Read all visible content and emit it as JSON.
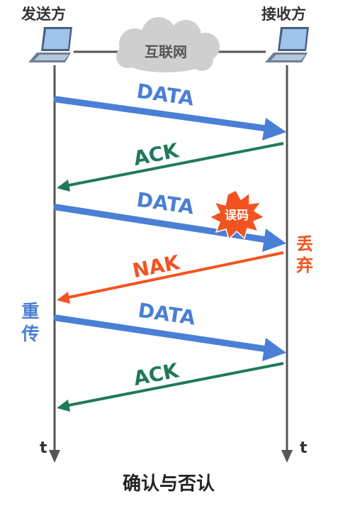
{
  "sender_label": "发送方",
  "receiver_label": "接收方",
  "network_label": "互联网",
  "time_label_left": "t",
  "time_label_right": "t",
  "caption": "确认与否认",
  "error_badge": "误码",
  "discard_label": [
    "丢",
    "弃"
  ],
  "retransmit_label": [
    "重",
    "传"
  ],
  "messages": [
    {
      "text": "DATA",
      "direction": "sender-to-receiver",
      "color": "#4a7fd6"
    },
    {
      "text": "ACK",
      "direction": "receiver-to-sender",
      "color": "#1f7a57"
    },
    {
      "text": "DATA",
      "direction": "sender-to-receiver",
      "color": "#4a7fd6"
    },
    {
      "text": "NAK",
      "direction": "receiver-to-sender",
      "color": "#f2541f"
    },
    {
      "text": "DATA",
      "direction": "sender-to-receiver",
      "color": "#4a7fd6"
    },
    {
      "text": "ACK",
      "direction": "receiver-to-sender",
      "color": "#1f7a57"
    }
  ],
  "colors": {
    "timeline": "#555555",
    "data": "#4a7fd6",
    "ack": "#1f7a57",
    "nak": "#f2541f",
    "error_badge_bg": "#f2541f",
    "discard": "#f2541f",
    "retransmit": "#4a7fd6",
    "cloud": "#cfcfcf"
  },
  "icons": [
    "laptop-icon",
    "cloud-icon",
    "explosion-badge-icon"
  ]
}
